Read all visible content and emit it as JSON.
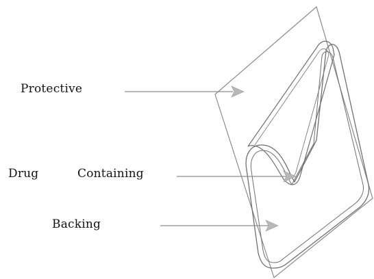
{
  "labels": {
    "protective": "Protective",
    "drug": "Drug",
    "containing": "Containing",
    "backing": "Backing"
  },
  "colors": {
    "outline": "#8a8a8a",
    "inner_outline": "#6f6f6f",
    "arrow": "#8c8c8c",
    "arrowhead": "#b8b8b8",
    "text": "#111111"
  }
}
